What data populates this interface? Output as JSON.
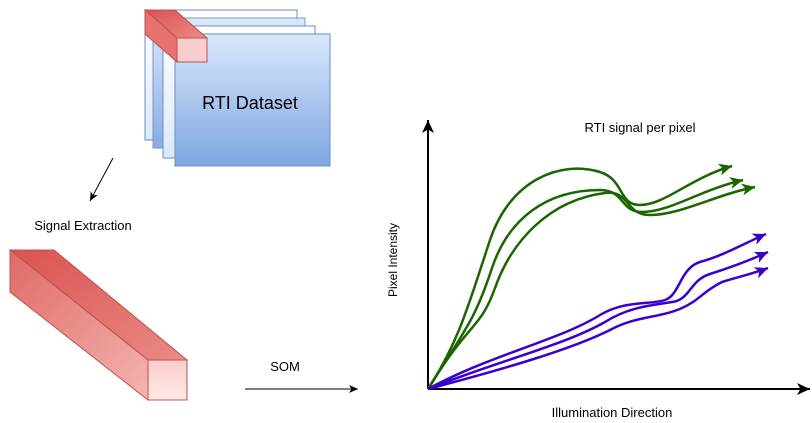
{
  "labels": {
    "dataset": "RTI Dataset",
    "signal_extraction": "Signal Extraction",
    "som": "SOM",
    "chart_title": "RTI signal per pixel",
    "y_axis": "Pixel Intensity",
    "x_axis": "Illumination Direction"
  },
  "colors": {
    "dataset_fill": "#7ea6e0",
    "dataset_stroke": "#6c8ebf",
    "cube_fill": "#ea6b66",
    "cube_stroke": "#b85450",
    "green_curves": "#1a6600",
    "purple_curves": "#3a00cc",
    "arrows": "#000000"
  },
  "icons": {
    "dataset_stack": "stacked-image-layers",
    "pixel_cube": "pixel-column-cuboid",
    "signal_column": "extracted-signal-cuboid"
  }
}
